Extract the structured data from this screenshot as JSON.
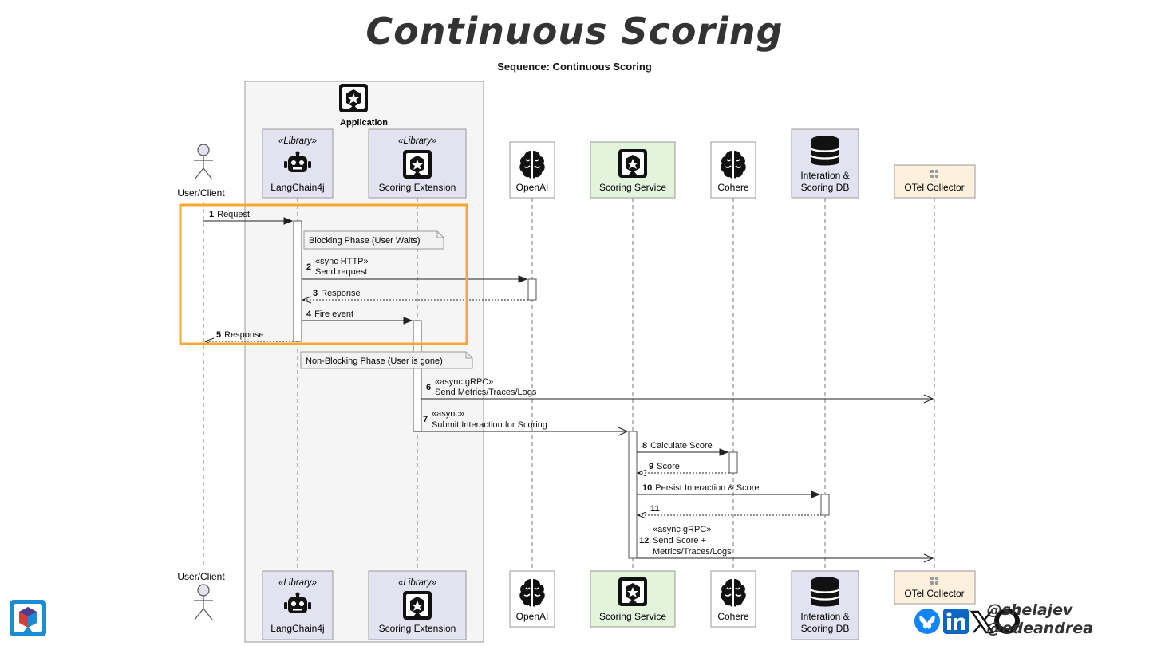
{
  "page": {
    "title": "Continuous Scoring",
    "subtitle": "Sequence: Continuous Scoring"
  },
  "group": {
    "label": "Application"
  },
  "participants": {
    "user": {
      "label": "User/Client",
      "icon": "actor-icon"
    },
    "langchain": {
      "stereotype": "«Library»",
      "label": "LangChain4j",
      "icon": "robot-icon"
    },
    "scoringext": {
      "stereotype": "«Library»",
      "label": "Scoring Extension",
      "icon": "quarkus-icon"
    },
    "openai": {
      "label": "OpenAI",
      "icon": "brain-icon"
    },
    "scoringsvc": {
      "label": "Scoring Service",
      "icon": "quarkus-icon"
    },
    "cohere": {
      "label": "Cohere",
      "icon": "brain-icon"
    },
    "db": {
      "label_line1": "Interation &",
      "label_line2": "Scoring DB",
      "icon": "database-icon"
    },
    "otel": {
      "label": "OTel Collector",
      "icon": "grid-icon"
    }
  },
  "notes": {
    "blocking": "Blocking Phase (User Waits)",
    "nonblocking": "Non-Blocking Phase (User is gone)"
  },
  "messages": {
    "m1": {
      "num": "1",
      "text": "Request"
    },
    "m2": {
      "num": "2",
      "line1": "«sync HTTP»",
      "line2": "Send request"
    },
    "m3": {
      "num": "3",
      "text": "Response"
    },
    "m4": {
      "num": "4",
      "text": "Fire event"
    },
    "m5": {
      "num": "5",
      "text": "Response"
    },
    "m6": {
      "num": "6",
      "line1": "«async gRPC»",
      "line2": "Send Metrics/Traces/Logs"
    },
    "m7": {
      "num": "7",
      "line1": "«async»",
      "line2": "Submit Interaction for Scoring"
    },
    "m8": {
      "num": "8",
      "text": "Calculate Score"
    },
    "m9": {
      "num": "9",
      "text": "Score"
    },
    "m10": {
      "num": "10",
      "text": "Persist Interaction & Score"
    },
    "m11": {
      "num": "11",
      "text": ""
    },
    "m12": {
      "num": "12",
      "line1": "«async gRPC»",
      "line2": "Send Score +",
      "line3": "Metrics/Traces/Logs"
    }
  },
  "footer": {
    "handle1": "@shelajev",
    "handle2": "@edeandrea",
    "social_icons": [
      "bluesky-icon",
      "linkedin-icon",
      "x-icon",
      "github-icon"
    ]
  },
  "colors": {
    "participant_fill": "#e2e2f0",
    "scoring_service_fill": "#e2f4dc",
    "otel_fill": "#fdf0dc",
    "group_fill": "#f5f5f5",
    "highlight": "#f7a833",
    "bluesky": "#1185fe",
    "linkedin": "#0a66c2"
  }
}
